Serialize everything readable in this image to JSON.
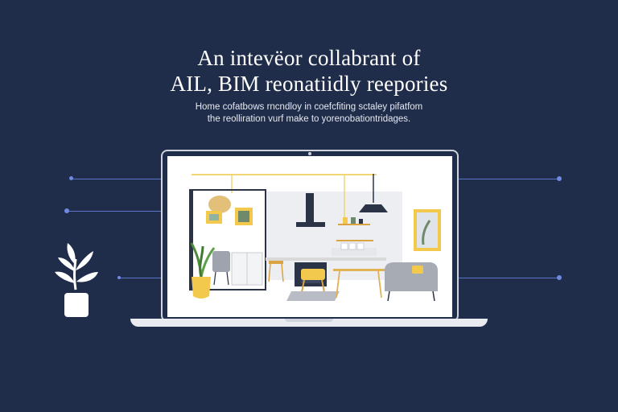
{
  "headline": {
    "line1": "An intevëor collabrant of",
    "line2": "AIL, BIM reonatiidly reepories"
  },
  "subtitle": {
    "line1": "Home cofatbows rncndloy in coefcfiting sctaley pifatfom",
    "line2": "the reolliration vurf make to yorenobationtridages."
  },
  "icons": {
    "plant": "potted-plant-icon",
    "laptop": "laptop-icon"
  },
  "colors": {
    "background": "#1f2d4a",
    "accent_line": "#5a74c9",
    "accent_yellow": "#f2c94c",
    "text": "#ffffff"
  }
}
